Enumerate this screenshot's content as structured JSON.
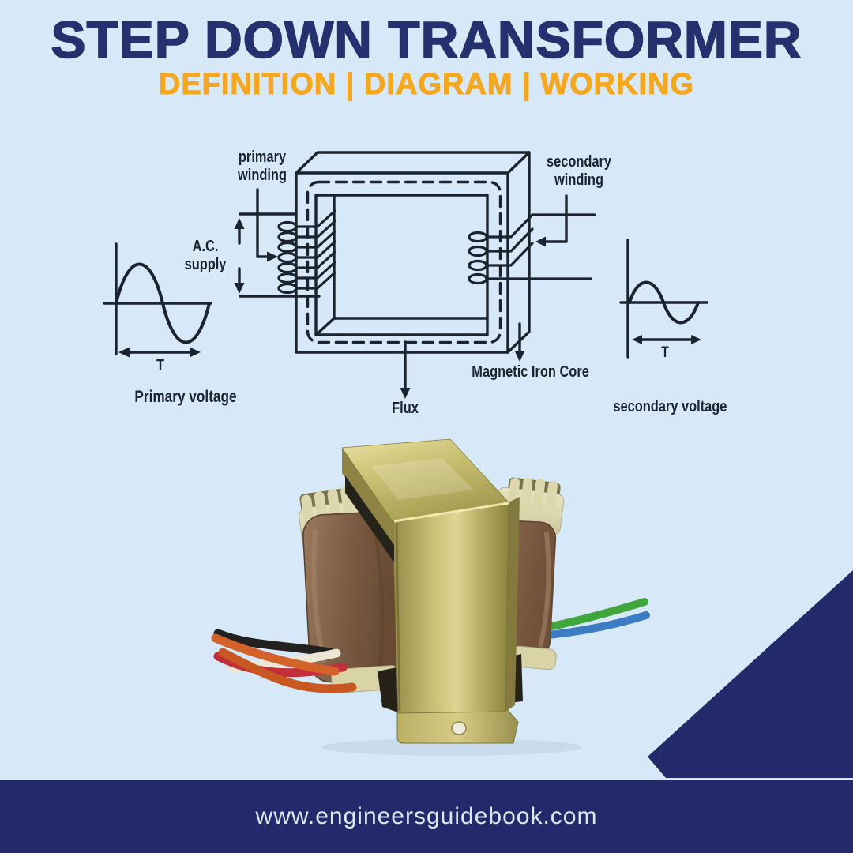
{
  "colors": {
    "background": "#d7e9f8",
    "brand_navy": "#25306f",
    "accent_orange": "#f6a71e",
    "diagram_ink": "#1a232e",
    "footer_bar": "#232a6b",
    "footer_text": "#dde7f8",
    "transformer_gold": "#b6ac60",
    "transformer_coil_brown": "#7b5b41",
    "transformer_bobbin_cream": "#ddd7ae"
  },
  "header": {
    "title": "STEP DOWN TRANSFORMER",
    "subtitle": "DEFINITION | DIAGRAM  | WORKING"
  },
  "diagram": {
    "labels": {
      "primary_winding": "primary winding",
      "ac_supply": "A.C. supply",
      "secondary_winding": "secondary winding",
      "magnetic_iron_core": "Magnetic Iron Core",
      "flux": "Flux",
      "primary_voltage": "Primary voltage",
      "secondary_voltage": "secondary voltage",
      "period_left": "T",
      "period_right": "T"
    }
  },
  "footer": {
    "url": "www.engineersguidebook.com"
  }
}
